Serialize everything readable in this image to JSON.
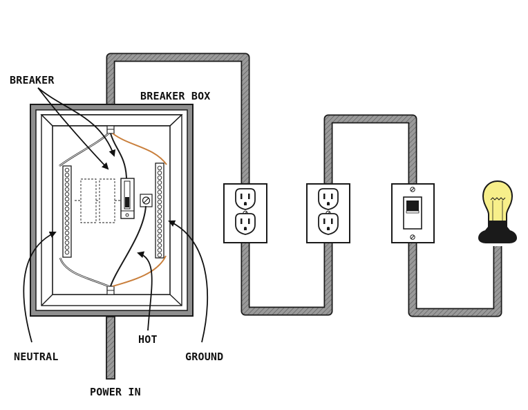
{
  "diagram": {
    "labels": {
      "breaker": "BREAKER",
      "breaker_box": "BREAKER BOX",
      "neutral": "NEUTRAL",
      "hot": "HOT",
      "ground": "GROUND",
      "power_in": "POWER IN"
    },
    "colors": {
      "outline": "#1a1a1a",
      "conduit_fill": "#9a9a9a",
      "panel_frame": "#8f8f8f",
      "ground_wire": "#c97f3c",
      "bulb_glass": "#f7ef8a",
      "bulb_base": "#1a1a1a",
      "background": "#ffffff"
    },
    "components": [
      {
        "type": "breaker-box-icon"
      },
      {
        "type": "duplex-outlet-icon"
      },
      {
        "type": "duplex-outlet-icon"
      },
      {
        "type": "light-switch-icon"
      },
      {
        "type": "light-bulb-icon"
      }
    ]
  }
}
